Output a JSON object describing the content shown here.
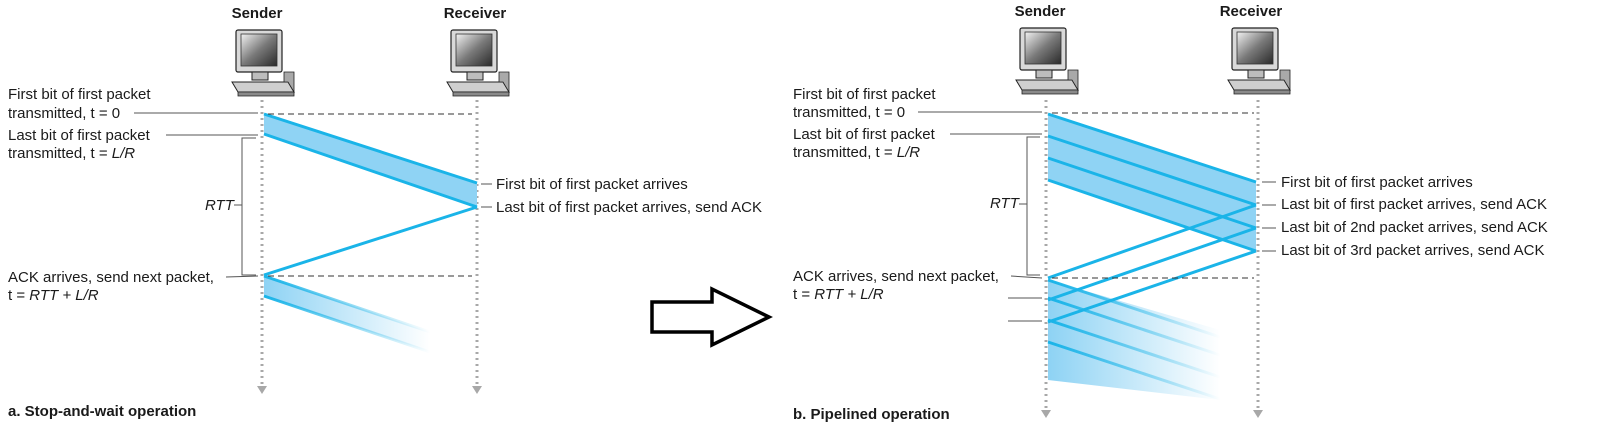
{
  "panel_a": {
    "sender_label": "Sender",
    "receiver_label": "Receiver",
    "first_bit_line1": "First bit of first packet",
    "first_bit_line2": "transmitted, t = 0",
    "last_bit_line1": "Last bit of first packet",
    "last_bit_line2_prefix": "transmitted, t = ",
    "last_bit_line2_italic": "L/R",
    "rtt_label": "RTT",
    "ack_line1": "ACK arrives, send next packet,",
    "ack_line2_prefix": "t = ",
    "ack_line2_italic": "RTT + L/R",
    "arrive_first": "First bit of first packet arrives",
    "arrive_last": "Last bit of first packet arrives, send ACK",
    "caption": "a. Stop-and-wait operation"
  },
  "panel_b": {
    "sender_label": "Sender",
    "receiver_label": "Receiver",
    "first_bit_line1": "First bit of first packet",
    "first_bit_line2": "transmitted, t = 0",
    "last_bit_line1": "Last bit of first packet",
    "last_bit_line2_prefix": "transmitted, t = ",
    "last_bit_line2_italic": "L/R",
    "rtt_label": "RTT",
    "ack_line1": "ACK arrives, send next packet,",
    "ack_line2_prefix": "t = ",
    "ack_line2_italic": "RTT + L/R",
    "arrive_first": "First bit of first packet arrives",
    "arrive_last1": "Last bit of first packet arrives, send ACK",
    "arrive_last2": "Last bit of 2nd packet arrives, send ACK",
    "arrive_last3": "Last bit of 3rd packet arrives, send ACK",
    "caption": "b. Pipelined operation"
  },
  "colors": {
    "packet_fill": "#8fd3f4",
    "packet_edge": "#1ab4e8",
    "timeline": "#a8a8a8",
    "arrow": "#000000"
  },
  "icons": [
    "computer-icon",
    "right-arrow-icon"
  ]
}
